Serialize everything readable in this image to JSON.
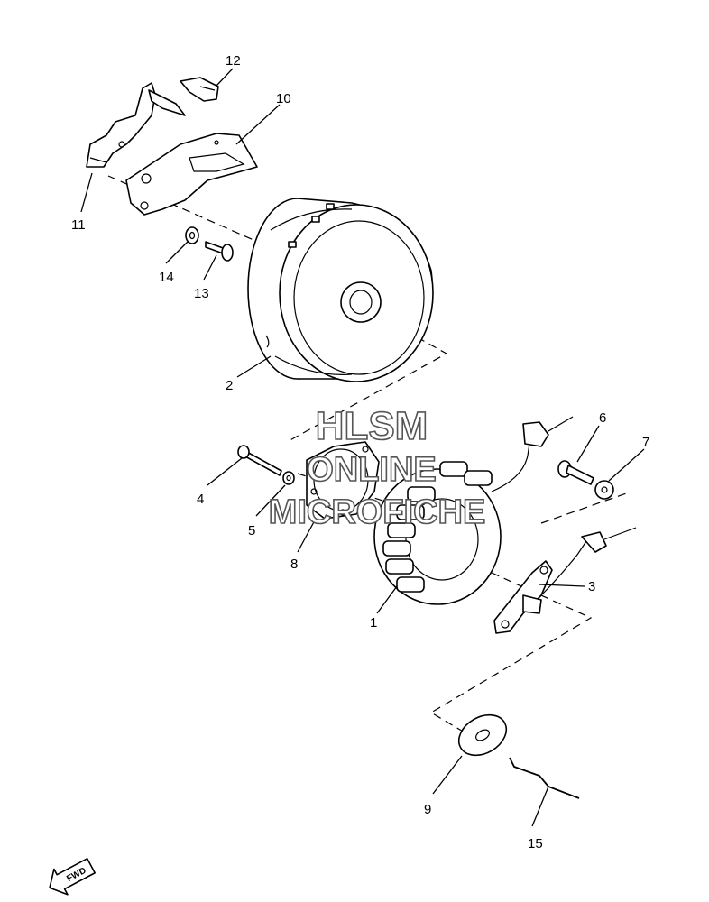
{
  "callouts": [
    {
      "id": "c1",
      "number": "1"
    },
    {
      "id": "c2",
      "number": "2"
    },
    {
      "id": "c3",
      "number": "3"
    },
    {
      "id": "c4",
      "number": "4"
    },
    {
      "id": "c5",
      "number": "5"
    },
    {
      "id": "c6",
      "number": "6"
    },
    {
      "id": "c7",
      "number": "7"
    },
    {
      "id": "c8",
      "number": "8"
    },
    {
      "id": "c9",
      "number": "9"
    },
    {
      "id": "c10",
      "number": "10"
    },
    {
      "id": "c11",
      "number": "11"
    },
    {
      "id": "c12",
      "number": "12"
    },
    {
      "id": "c13",
      "number": "13"
    },
    {
      "id": "c14",
      "number": "14"
    },
    {
      "id": "c15",
      "number": "15"
    }
  ],
  "watermark": {
    "line1": "HLSM",
    "line2": "ONLINE",
    "line3": "MICROFICHE"
  },
  "direction_badge": {
    "text": "FWD",
    "icon": "arrow-forward-icon"
  }
}
